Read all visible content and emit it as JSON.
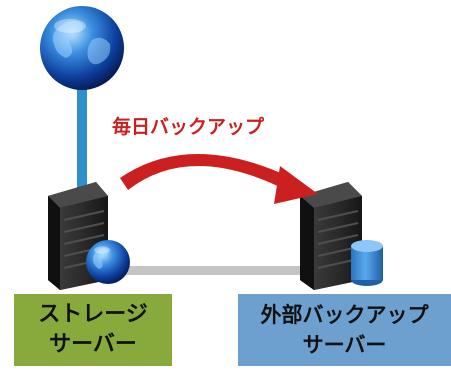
{
  "arrow_label": "毎日バックアップ",
  "storage_server": {
    "line1": "ストレージ",
    "line2": "サーバー"
  },
  "backup_server": {
    "line1": "外部バックアップ",
    "line2": "サーバー"
  },
  "colors": {
    "arrow": "#cc1f1f",
    "storage_box": "#88a93c",
    "backup_box": "#6d9fcf",
    "uplink": "#2f8fcc",
    "link": "#c4c4c4",
    "database": "#3d8fd6"
  }
}
